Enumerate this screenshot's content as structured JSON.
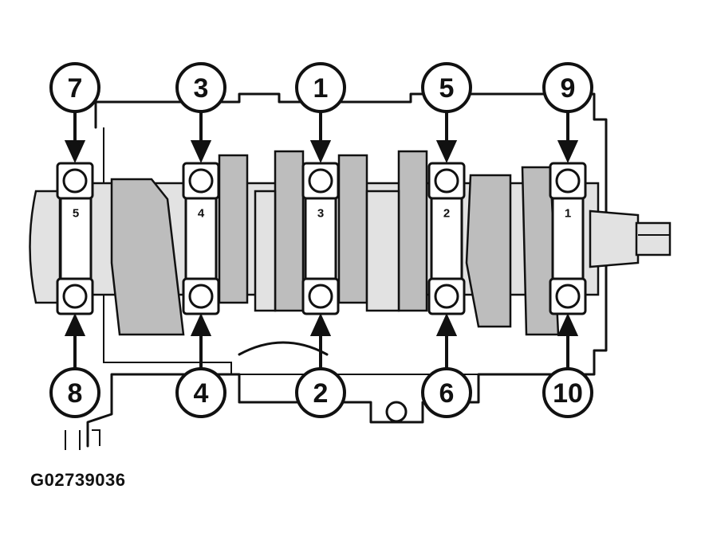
{
  "figure": {
    "id_label": "G02739036",
    "sequence_top": [
      "7",
      "3",
      "1",
      "5",
      "9"
    ],
    "sequence_bottom": [
      "8",
      "4",
      "2",
      "6",
      "10"
    ],
    "cap_marks": [
      "5",
      "4",
      "3",
      "2",
      "1"
    ]
  }
}
